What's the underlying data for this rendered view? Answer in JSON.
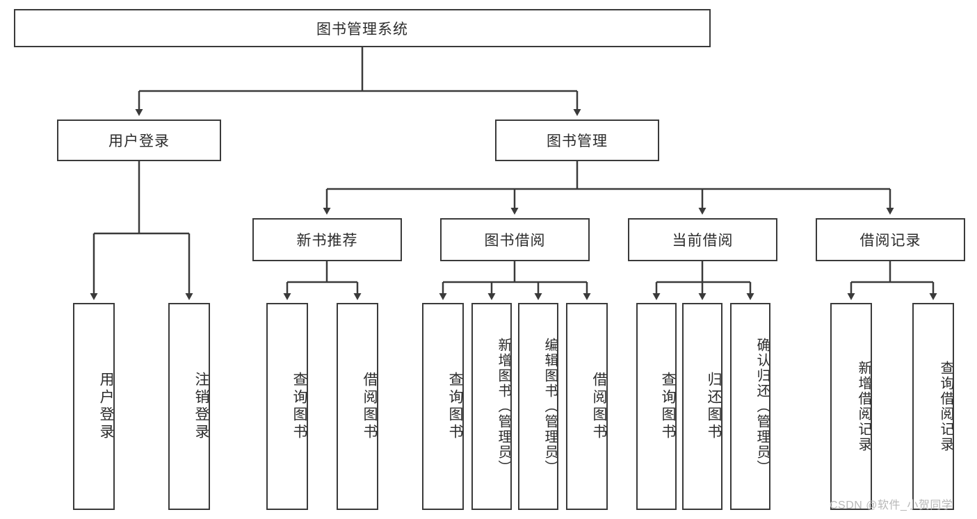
{
  "diagram": {
    "title": "图书管理系统",
    "type": "tree",
    "root": {
      "label": "图书管理系统"
    },
    "level2": [
      {
        "label": "用户登录"
      },
      {
        "label": "图书管理"
      }
    ],
    "level3": [
      {
        "label": "新书推荐"
      },
      {
        "label": "图书借阅"
      },
      {
        "label": "当前借阅"
      },
      {
        "label": "借阅记录"
      }
    ],
    "leaves": {
      "user_login": [
        {
          "label": "用户登录"
        },
        {
          "label": "注销登录"
        }
      ],
      "new_book_recommend": [
        {
          "label": "查询图书"
        },
        {
          "label": "借阅图书"
        }
      ],
      "book_borrow": [
        {
          "label": "查询图书"
        },
        {
          "label": "新增图书（管理员）"
        },
        {
          "label": "编辑图书（管理员）"
        },
        {
          "label": "借阅图书"
        }
      ],
      "current_borrow": [
        {
          "label": "查询图书"
        },
        {
          "label": "归还图书"
        },
        {
          "label": "确认归还（管理员）"
        }
      ],
      "borrow_record": [
        {
          "label": "新增借阅记录"
        },
        {
          "label": "查询借阅记录"
        }
      ]
    }
  },
  "watermark": {
    "text": "CSDN @软件_小贺同学"
  },
  "colors": {
    "stroke": "#3a3a3a",
    "text": "#2b2b2b",
    "background": "#ffffff",
    "watermark": "#b8b8b8"
  }
}
